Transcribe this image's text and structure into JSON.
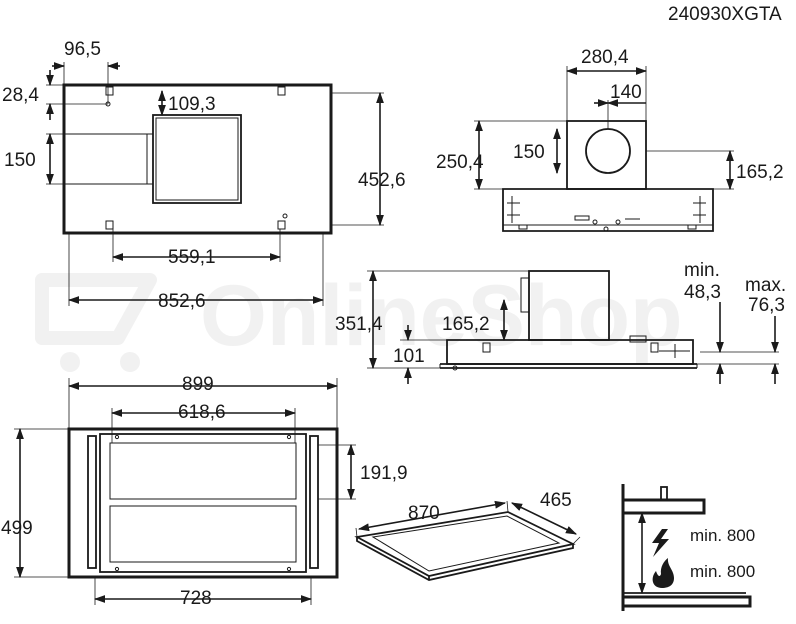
{
  "watermark": {
    "text": "OnlineShop"
  },
  "model_code": "240930XGTA",
  "top_view": {
    "offset_x": "96,5",
    "offset_y": "28,4",
    "duct_offset": "109,3",
    "duct_height": "150",
    "depth": "452,6",
    "hole_spacing": "559,1",
    "width": "852,6"
  },
  "side_view": {
    "box_width": "280,4",
    "duct_diameter": "140",
    "duct_height": "150",
    "total_height": "250,4",
    "outlet_height": "165,2"
  },
  "profile_view": {
    "overall_height": "351,4",
    "body_height": "165,2",
    "base_height": "101",
    "min_label": "min.",
    "min_value": "48,3",
    "max_label": "max.",
    "max_value": "76,3"
  },
  "cutout_view": {
    "width": "899",
    "inner_width": "618,6",
    "panel_height": "191,9",
    "height": "499",
    "bottom_width": "728"
  },
  "iso_view": {
    "length": "870",
    "depth": "465"
  },
  "clearance": {
    "electric_label": "min. 800",
    "gas_label": "min. 800",
    "colors": {
      "line": "#1a1a1a",
      "watermark": "#f1f1f1"
    }
  }
}
